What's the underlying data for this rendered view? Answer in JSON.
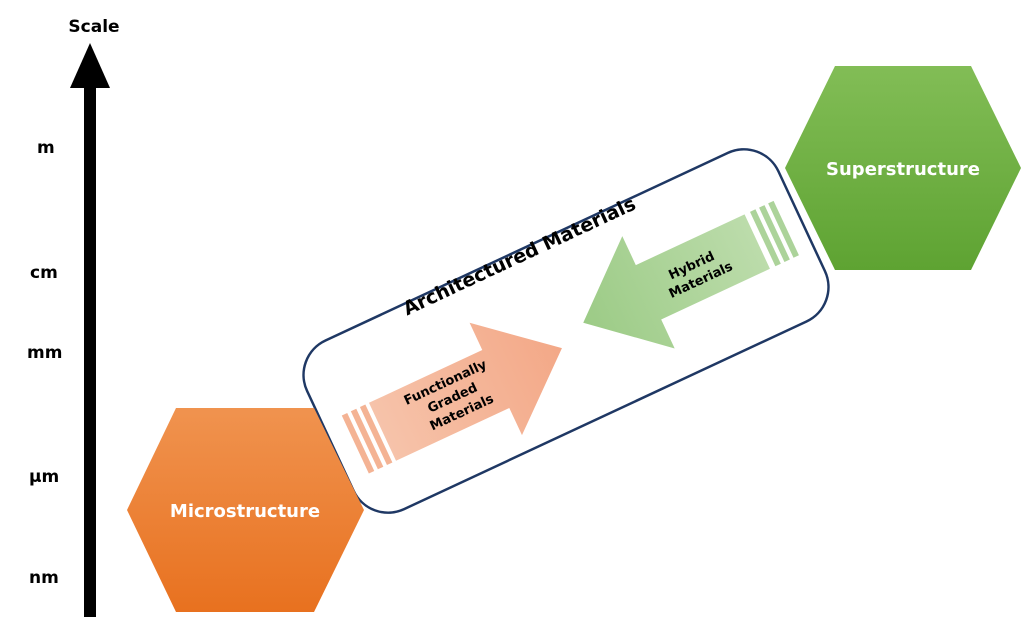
{
  "axis": {
    "title": "Scale",
    "ticks": [
      "m",
      "cm",
      "mm",
      "μm",
      "nm"
    ]
  },
  "nodes": {
    "microstructure": "Microstructure",
    "superstructure": "Superstructure"
  },
  "group": {
    "title": "Architectured Materials"
  },
  "arrows": {
    "functionally_graded": [
      "Functionally",
      "Graded",
      "Materials"
    ],
    "hybrid": [
      "Hybrid",
      "Materials"
    ]
  },
  "colors": {
    "micro_top": "#f0934f",
    "micro_bottom": "#e8711f",
    "super_top": "#82bd56",
    "super_bottom": "#5ea332",
    "fgm_arrow": "#f4b394",
    "hybrid_arrow": "#acd39a",
    "frame_border": "#1f3864",
    "axis": "#000000"
  }
}
